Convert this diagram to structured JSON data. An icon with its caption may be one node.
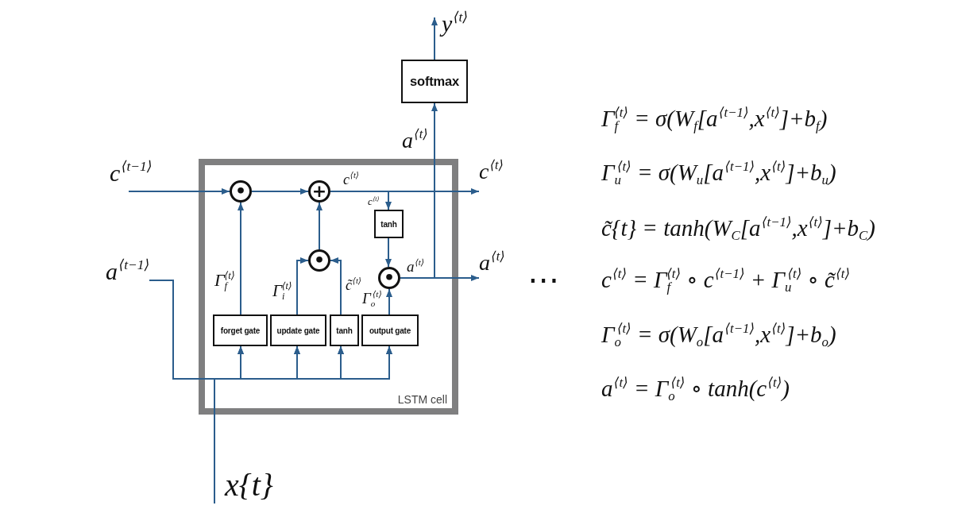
{
  "diagram": {
    "nodes": [
      {
        "text": [
          "LSTM cell"
        ]
      },
      {
        "text": [
          "•"
        ],
        "in": 0
      },
      {
        "text": [
          "+"
        ],
        "in": 0
      },
      {
        "text": [
          "tanh"
        ],
        "in": 0
      },
      {
        "text": [
          "•"
        ],
        "in": 0
      },
      {
        "text": [
          "•"
        ],
        "in": 0
      },
      {
        "text": [
          "forget gate"
        ],
        "in": 0
      },
      {
        "text": [
          "update gate"
        ],
        "in": 0
      },
      {
        "text": [
          "tanh"
        ],
        "in": 0
      },
      {
        "text": [
          "output gate"
        ],
        "in": 0
      },
      {
        "text": [
          "softmax"
        ]
      },
      {
        "text": [
          "c$^{⟨t−1⟩}$"
        ]
      },
      {
        "text": [
          "a$^{⟨t−1⟩}$"
        ]
      },
      {
        "text": [
          "x{t}"
        ]
      },
      {
        "text": [
          "y$^{⟨t⟩}$"
        ]
      },
      {
        "text": [
          "c$^{⟨t⟩}$"
        ]
      },
      {
        "text": [
          "a$^{⟨t⟩}$"
        ]
      }
    ],
    "edges": [
      {
        "from": 11,
        "to": 1,
        "arrow": "to"
      },
      {
        "from": 1,
        "to": 2,
        "arrow": "to"
      },
      {
        "from": 2,
        "to": 15,
        "arrow": "to",
        "label": "c$^{⟨t⟩}$"
      },
      {
        "from": 2,
        "to": 3,
        "arrow": "to",
        "label": "c$^{⟨t⟩}$"
      },
      {
        "from": 3,
        "to": 5,
        "arrow": "to"
      },
      {
        "from": 4,
        "to": 2,
        "arrow": "to"
      },
      {
        "from": 7,
        "to": 4,
        "arrow": "to",
        "label": "Γ$_{i}$$^{⟨t⟩}$"
      },
      {
        "from": 8,
        "to": 4,
        "arrow": "to",
        "label": "c̃$^{⟨t⟩}$"
      },
      {
        "from": 6,
        "to": 1,
        "arrow": "to",
        "label": "Γ$_{f}$$^{⟨t⟩}$"
      },
      {
        "from": 9,
        "to": 5,
        "arrow": "to",
        "label": "Γ$_{o}$$^{⟨t⟩}$"
      },
      {
        "from": 5,
        "to": 16,
        "arrow": "to",
        "label": "a$^{⟨t⟩}$"
      },
      {
        "from": 5,
        "to": 10,
        "arrow": "to",
        "label": "a$^{⟨t⟩}$"
      },
      {
        "from": 10,
        "to": 14,
        "arrow": "to"
      },
      {
        "from": 12,
        "to": 6,
        "arrow": "to"
      },
      {
        "from": 12,
        "to": 7,
        "arrow": "to"
      },
      {
        "from": 12,
        "to": 8,
        "arrow": "to"
      },
      {
        "from": 12,
        "to": 9,
        "arrow": "to"
      },
      {
        "from": 13,
        "to": 6,
        "arrow": "to"
      },
      {
        "from": 13,
        "to": 7,
        "arrow": "to"
      },
      {
        "from": 13,
        "to": 8,
        "arrow": "to"
      },
      {
        "from": 13,
        "to": 9,
        "arrow": "to"
      }
    ],
    "labels": [
      "Γ$_{f}$$^{⟨t⟩}$ = σ(W$_{f}$[a$^{⟨t−1⟩}$,x$^{⟨t⟩}$]+b$_{f}$)",
      "Γ$_{u}$$^{⟨t⟩}$ = σ(W$_{u}$[a$^{⟨t−1⟩}$,x$^{⟨t⟩}$]+b$_{u}$)",
      "c̃{t} = tanh(W$_{C}$[a$^{⟨t−1⟩}$,x$^{⟨t⟩}$]+b$_{C}$)",
      "⋯",
      "c$^{⟨t⟩}$ = Γ$_{f}$$^{⟨t⟩}$ ∘ c$^{⟨t−1⟩}$ + Γ$_{u}$$^{⟨t⟩}$ ∘ c̃$^{⟨t⟩}$",
      "Γ$_{o}$$^{⟨t⟩}$ = σ(W$_{o}$[a$^{⟨t−1⟩}$,x$^{⟨t⟩}$]+b$_{o}$)",
      "a$^{⟨t⟩}$ = Γ$_{o}$$^{⟨t⟩}$ ∘ tanh(c$^{⟨t⟩}$)"
    ]
  }
}
